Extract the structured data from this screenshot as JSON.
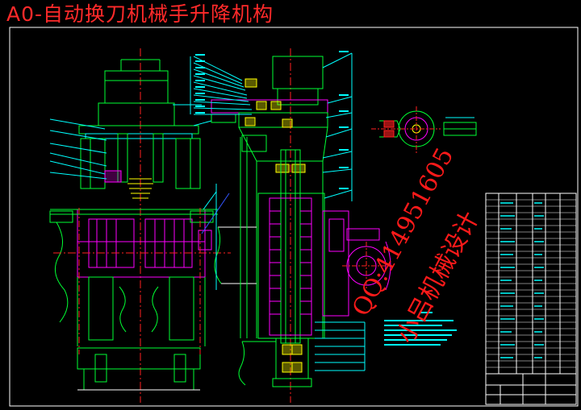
{
  "title": "A0-自动换刀机械手升降机构",
  "watermark": {
    "line1": "QQ:414951605",
    "line2": "小吕机械设计"
  },
  "colors": {
    "background": "#000000",
    "frame": "#ffffff",
    "title": "#ff2a2a",
    "magenta": "#ff00ff",
    "green": "#00ff33",
    "cyan": "#00ffff",
    "yellow": "#ffff00",
    "red": "#ff2020",
    "blue": "#3355ff"
  }
}
